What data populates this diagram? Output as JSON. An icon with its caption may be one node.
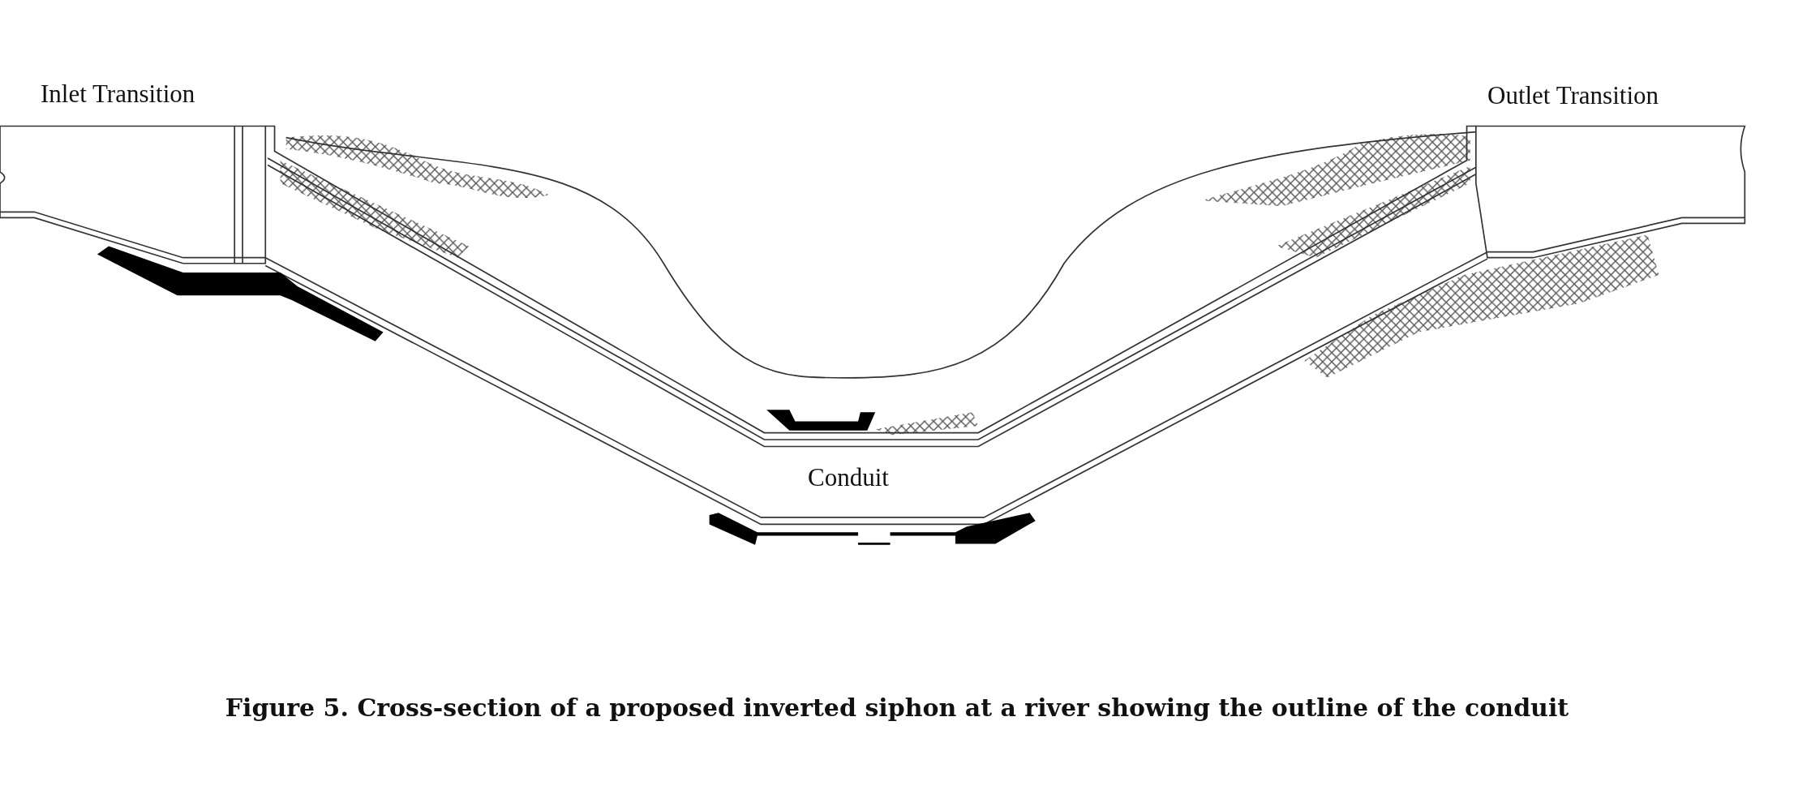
{
  "diagram": {
    "caption": "Figure 5. Cross-section of a proposed inverted siphon at a river showing the outline of the conduit",
    "labels": [
      "Inlet Transition",
      "Outlet Transition",
      "Conduit"
    ]
  }
}
